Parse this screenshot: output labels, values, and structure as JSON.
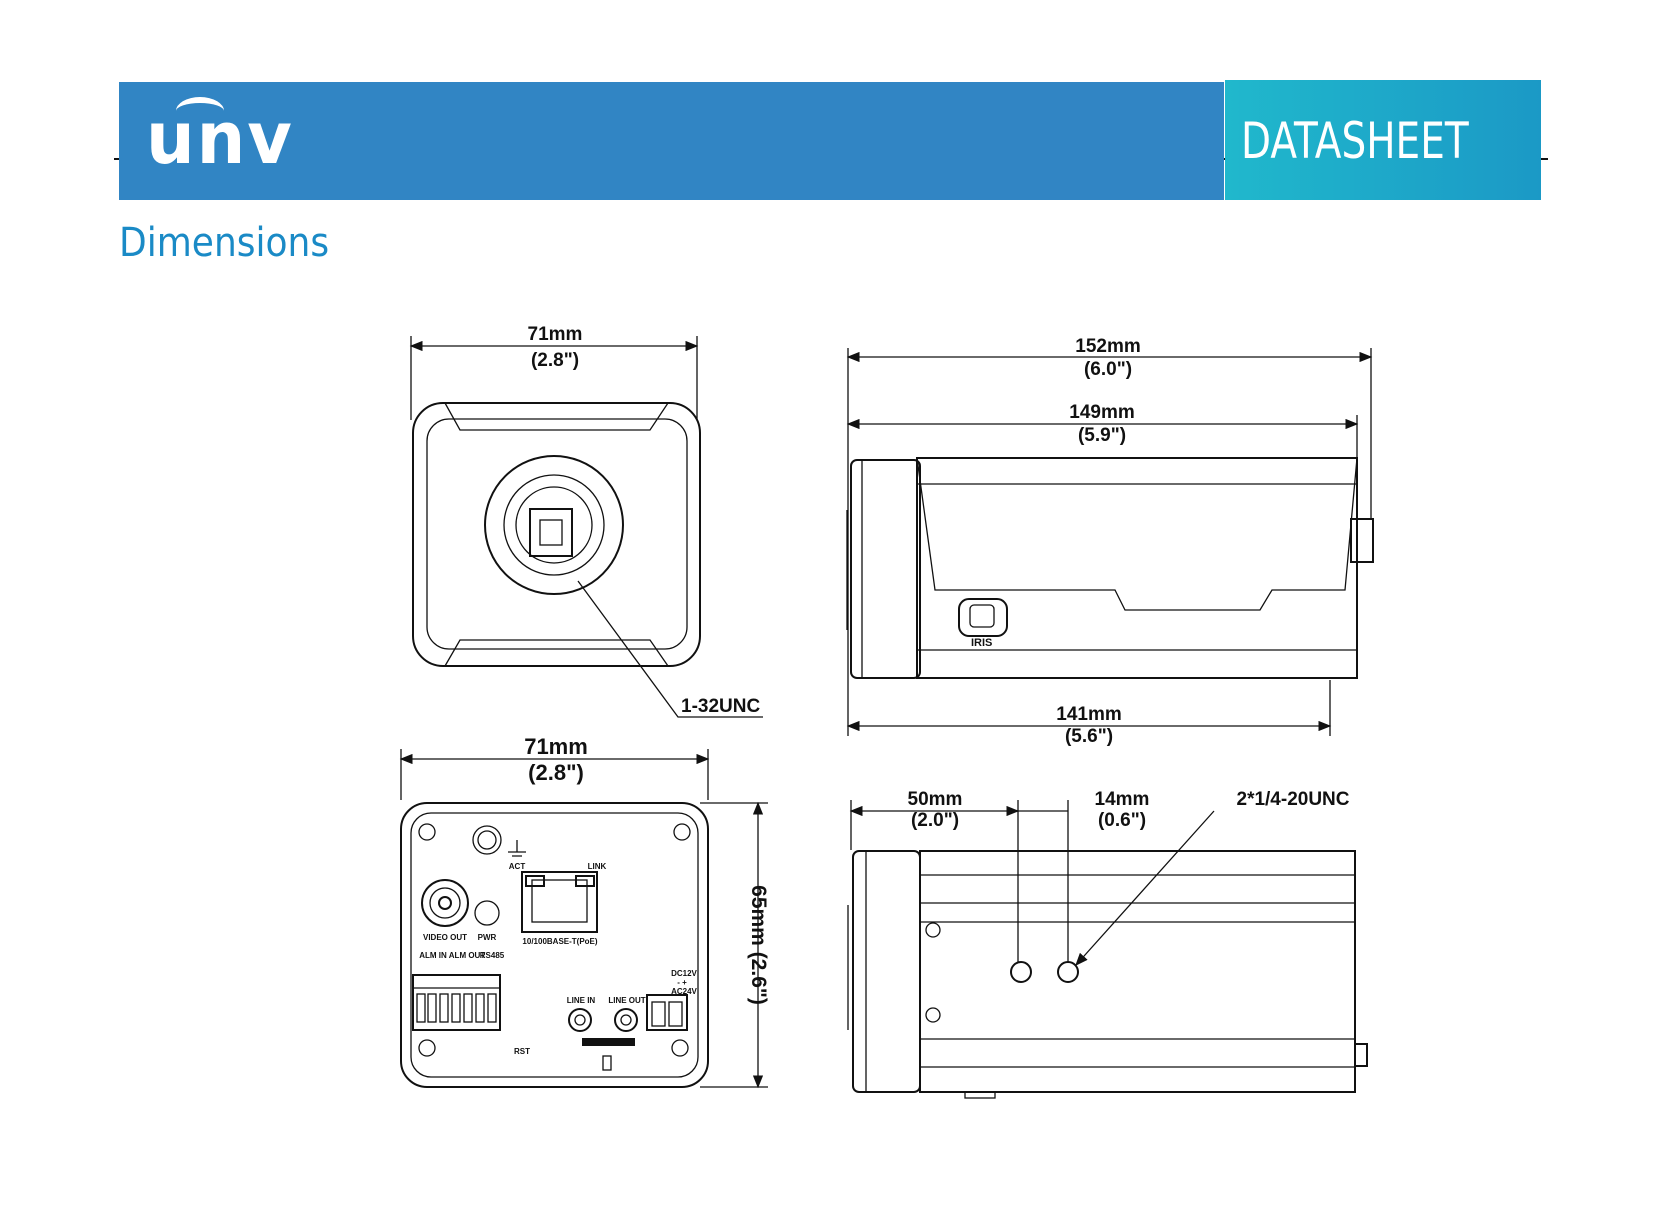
{
  "header": {
    "logo": "unv",
    "badge": "DATASHEET",
    "brand_color": "#3185c4",
    "badge_color": "#1fb0cb"
  },
  "section_title": "Dimensions",
  "front_view": {
    "width_mm": "71mm",
    "width_in": "(2.8\")",
    "mount_label": "1-32UNC"
  },
  "side_view": {
    "total_mm": "152mm",
    "total_in": "(6.0\")",
    "shade_mm": "149mm",
    "shade_in": "(5.9\")",
    "body_mm": "141mm",
    "body_in": "(5.6\")",
    "iris_label": "IRIS"
  },
  "rear_view": {
    "width_mm": "71mm",
    "width_in": "(2.8\")",
    "height_label": "65mm (2.6\")",
    "act": "ACT",
    "link": "LINK",
    "ethernet": "10/100BASE-T(PoE)",
    "video_out": "VIDEO OUT",
    "pwr": "PWR",
    "alm_in": "ALM IN",
    "alm_out": "ALM OUT",
    "rs485": "RS485",
    "line_in": "LINE IN",
    "line_out": "LINE OUT",
    "dc": "DC12V",
    "polarity": "-  +",
    "ac": "AC24V",
    "rst": "RST"
  },
  "bottom_view": {
    "offset_mm": "50mm",
    "offset_in": "(2.0\")",
    "spacing_mm": "14mm",
    "spacing_in": "(0.6\")",
    "thread_label": "2*1/4-20UNC"
  }
}
